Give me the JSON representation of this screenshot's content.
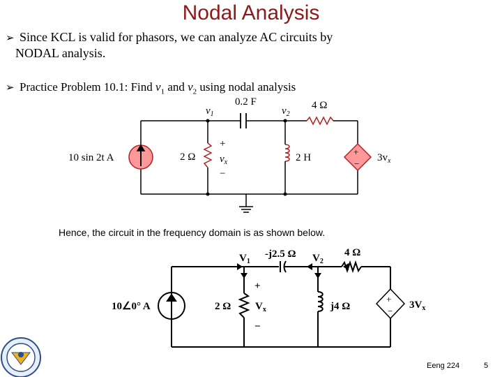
{
  "title": "Nodal Analysis",
  "bullets": {
    "b1_line1": "Since KCL is valid for phasors, we can analyze AC circuits by",
    "b1_line2": "NODAL analysis.",
    "b2_prefix": "Practice Problem 10.1: Find ",
    "b2_v1": "v",
    "b2_sub1": "1",
    "b2_and": " and ",
    "b2_v2": "v",
    "b2_sub2": "2",
    "b2_suffix": " using nodal analysis"
  },
  "circuit_time": {
    "cap_label": "0.2 F",
    "node1": "v",
    "node1_sub": "1",
    "node2": "v",
    "node2_sub": "2",
    "res_series": "4 Ω",
    "source": "10 sin 2t A",
    "res_shunt": "2 Ω",
    "plus": "+",
    "minus": "−",
    "vx": "v",
    "vx_sub": "x",
    "inductor": "2 H",
    "dep_source": "3v",
    "dep_sub": "x"
  },
  "caption": "Hence, the circuit in the frequency domain is as shown below.",
  "circuit_freq": {
    "cap_label": "-j2.5 Ω",
    "node1": "V",
    "node1_sub": "1",
    "node2": "V",
    "node2_sub": "2",
    "res_series": "4 Ω",
    "source": "10∠0° A",
    "res_shunt": "2 Ω",
    "plus": "+",
    "minus": "−",
    "vx": "V",
    "vx_sub": "x",
    "inductor": "j4 Ω",
    "dep_source": "3V",
    "dep_sub": "x"
  },
  "footer": {
    "course": "Eeng 224",
    "page": "5"
  },
  "colors": {
    "title": "#8b1a1a",
    "source_fill": "#ff9999",
    "wire": "#000000"
  }
}
